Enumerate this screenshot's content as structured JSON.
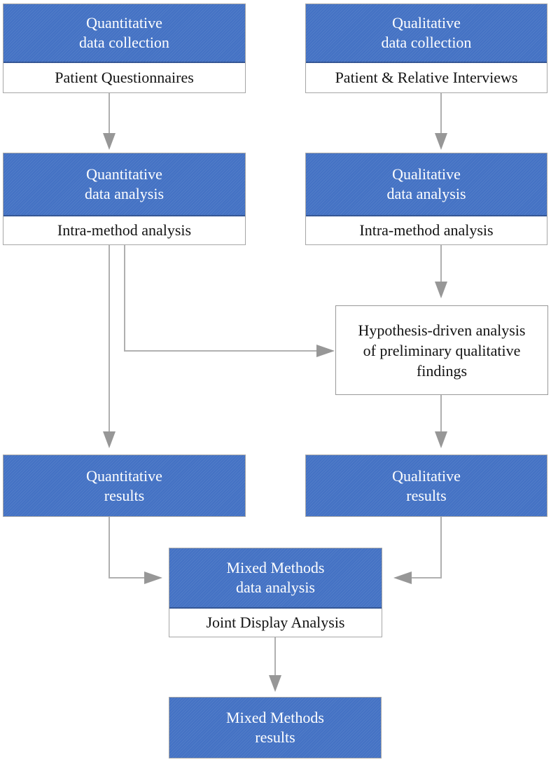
{
  "diagram": {
    "type": "flowchart",
    "colors": {
      "node_fill_blue": "#4472c4",
      "node_border_gray": "#a6a6a6",
      "connector_gray": "#9a9a9a",
      "header_text": "#ffffff",
      "body_text": "#131313",
      "background": "#ffffff"
    },
    "nodes": {
      "quant_collection": {
        "header": "Quantitative\ndata collection",
        "body": "Patient Questionnaires"
      },
      "qual_collection": {
        "header": "Qualitative\ndata collection",
        "body": "Patient & Relative Interviews"
      },
      "quant_analysis": {
        "header": "Quantitative\ndata analysis",
        "body": "Intra-method analysis"
      },
      "qual_analysis": {
        "header": "Qualitative\ndata analysis",
        "body": "Intra-method analysis"
      },
      "hypothesis": {
        "label": "Hypothesis-driven analysis\nof preliminary qualitative\nfindings"
      },
      "quant_results": {
        "header": "Quantitative\nresults"
      },
      "qual_results": {
        "header": "Qualitative\nresults"
      },
      "mixed_analysis": {
        "header": "Mixed Methods\ndata analysis",
        "body": "Joint Display Analysis"
      },
      "mixed_results": {
        "header": "Mixed Methods\nresults"
      }
    },
    "edges": [
      "quant_collection -> quant_analysis",
      "qual_collection -> qual_analysis",
      "quant_analysis -> quant_results",
      "quant_analysis -> hypothesis",
      "qual_analysis -> hypothesis",
      "hypothesis -> qual_results",
      "quant_results -> mixed_analysis",
      "qual_results -> mixed_analysis",
      "mixed_analysis -> mixed_results"
    ]
  }
}
